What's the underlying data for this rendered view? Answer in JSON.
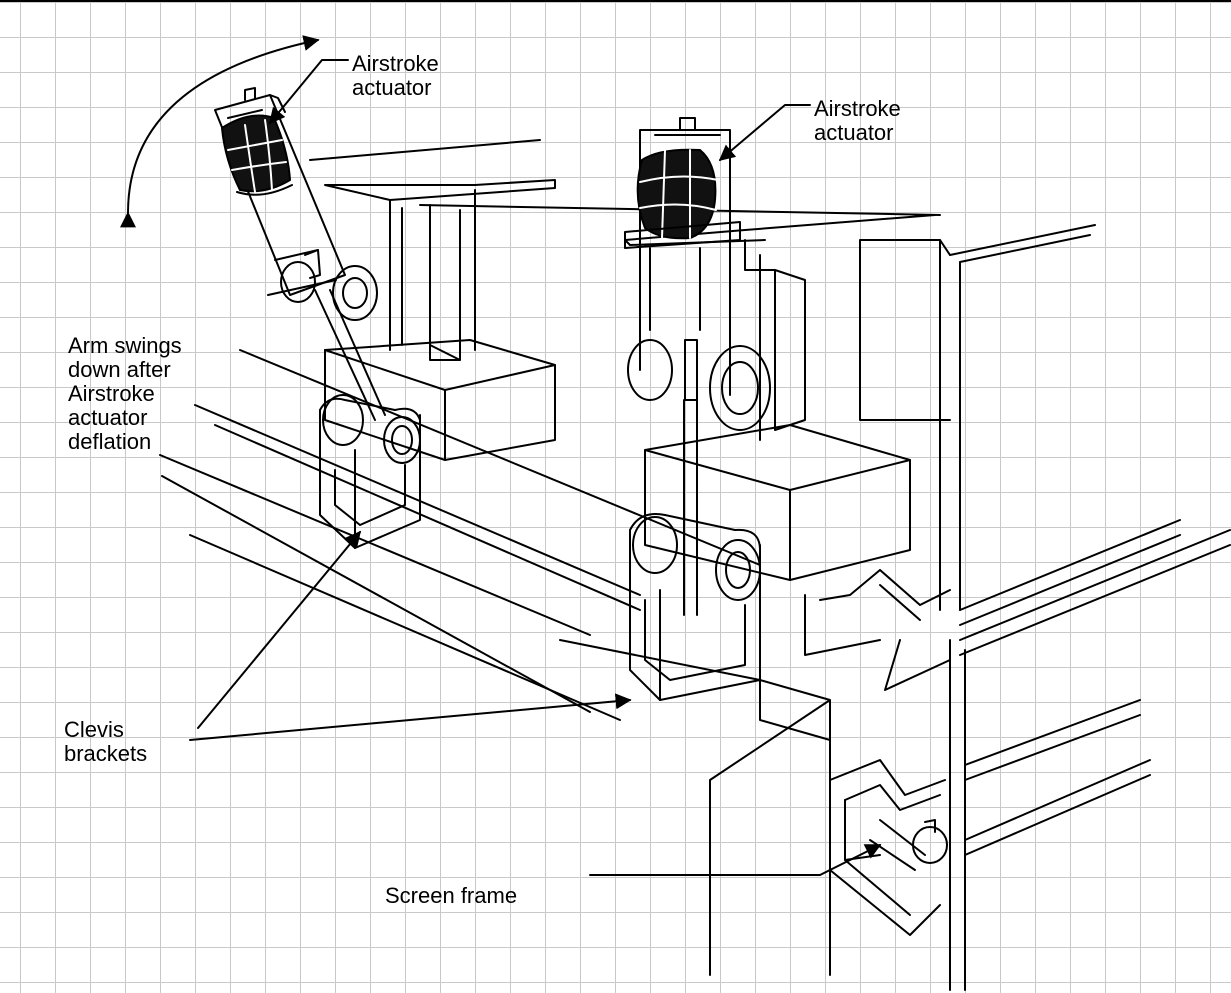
{
  "labels": {
    "actuator_left": [
      "Airstroke",
      "actuator"
    ],
    "actuator_right": [
      "Airstroke",
      "actuator"
    ],
    "arm_note": [
      "Arm swings",
      "down after",
      "Airstroke",
      "actuator",
      "deflation"
    ],
    "clevis": [
      "Clevis",
      "brackets"
    ],
    "screen_frame": "Screen frame"
  },
  "colors": {
    "ink": "#000000",
    "grid": "#c9c9c9",
    "bellows": "#111111"
  }
}
